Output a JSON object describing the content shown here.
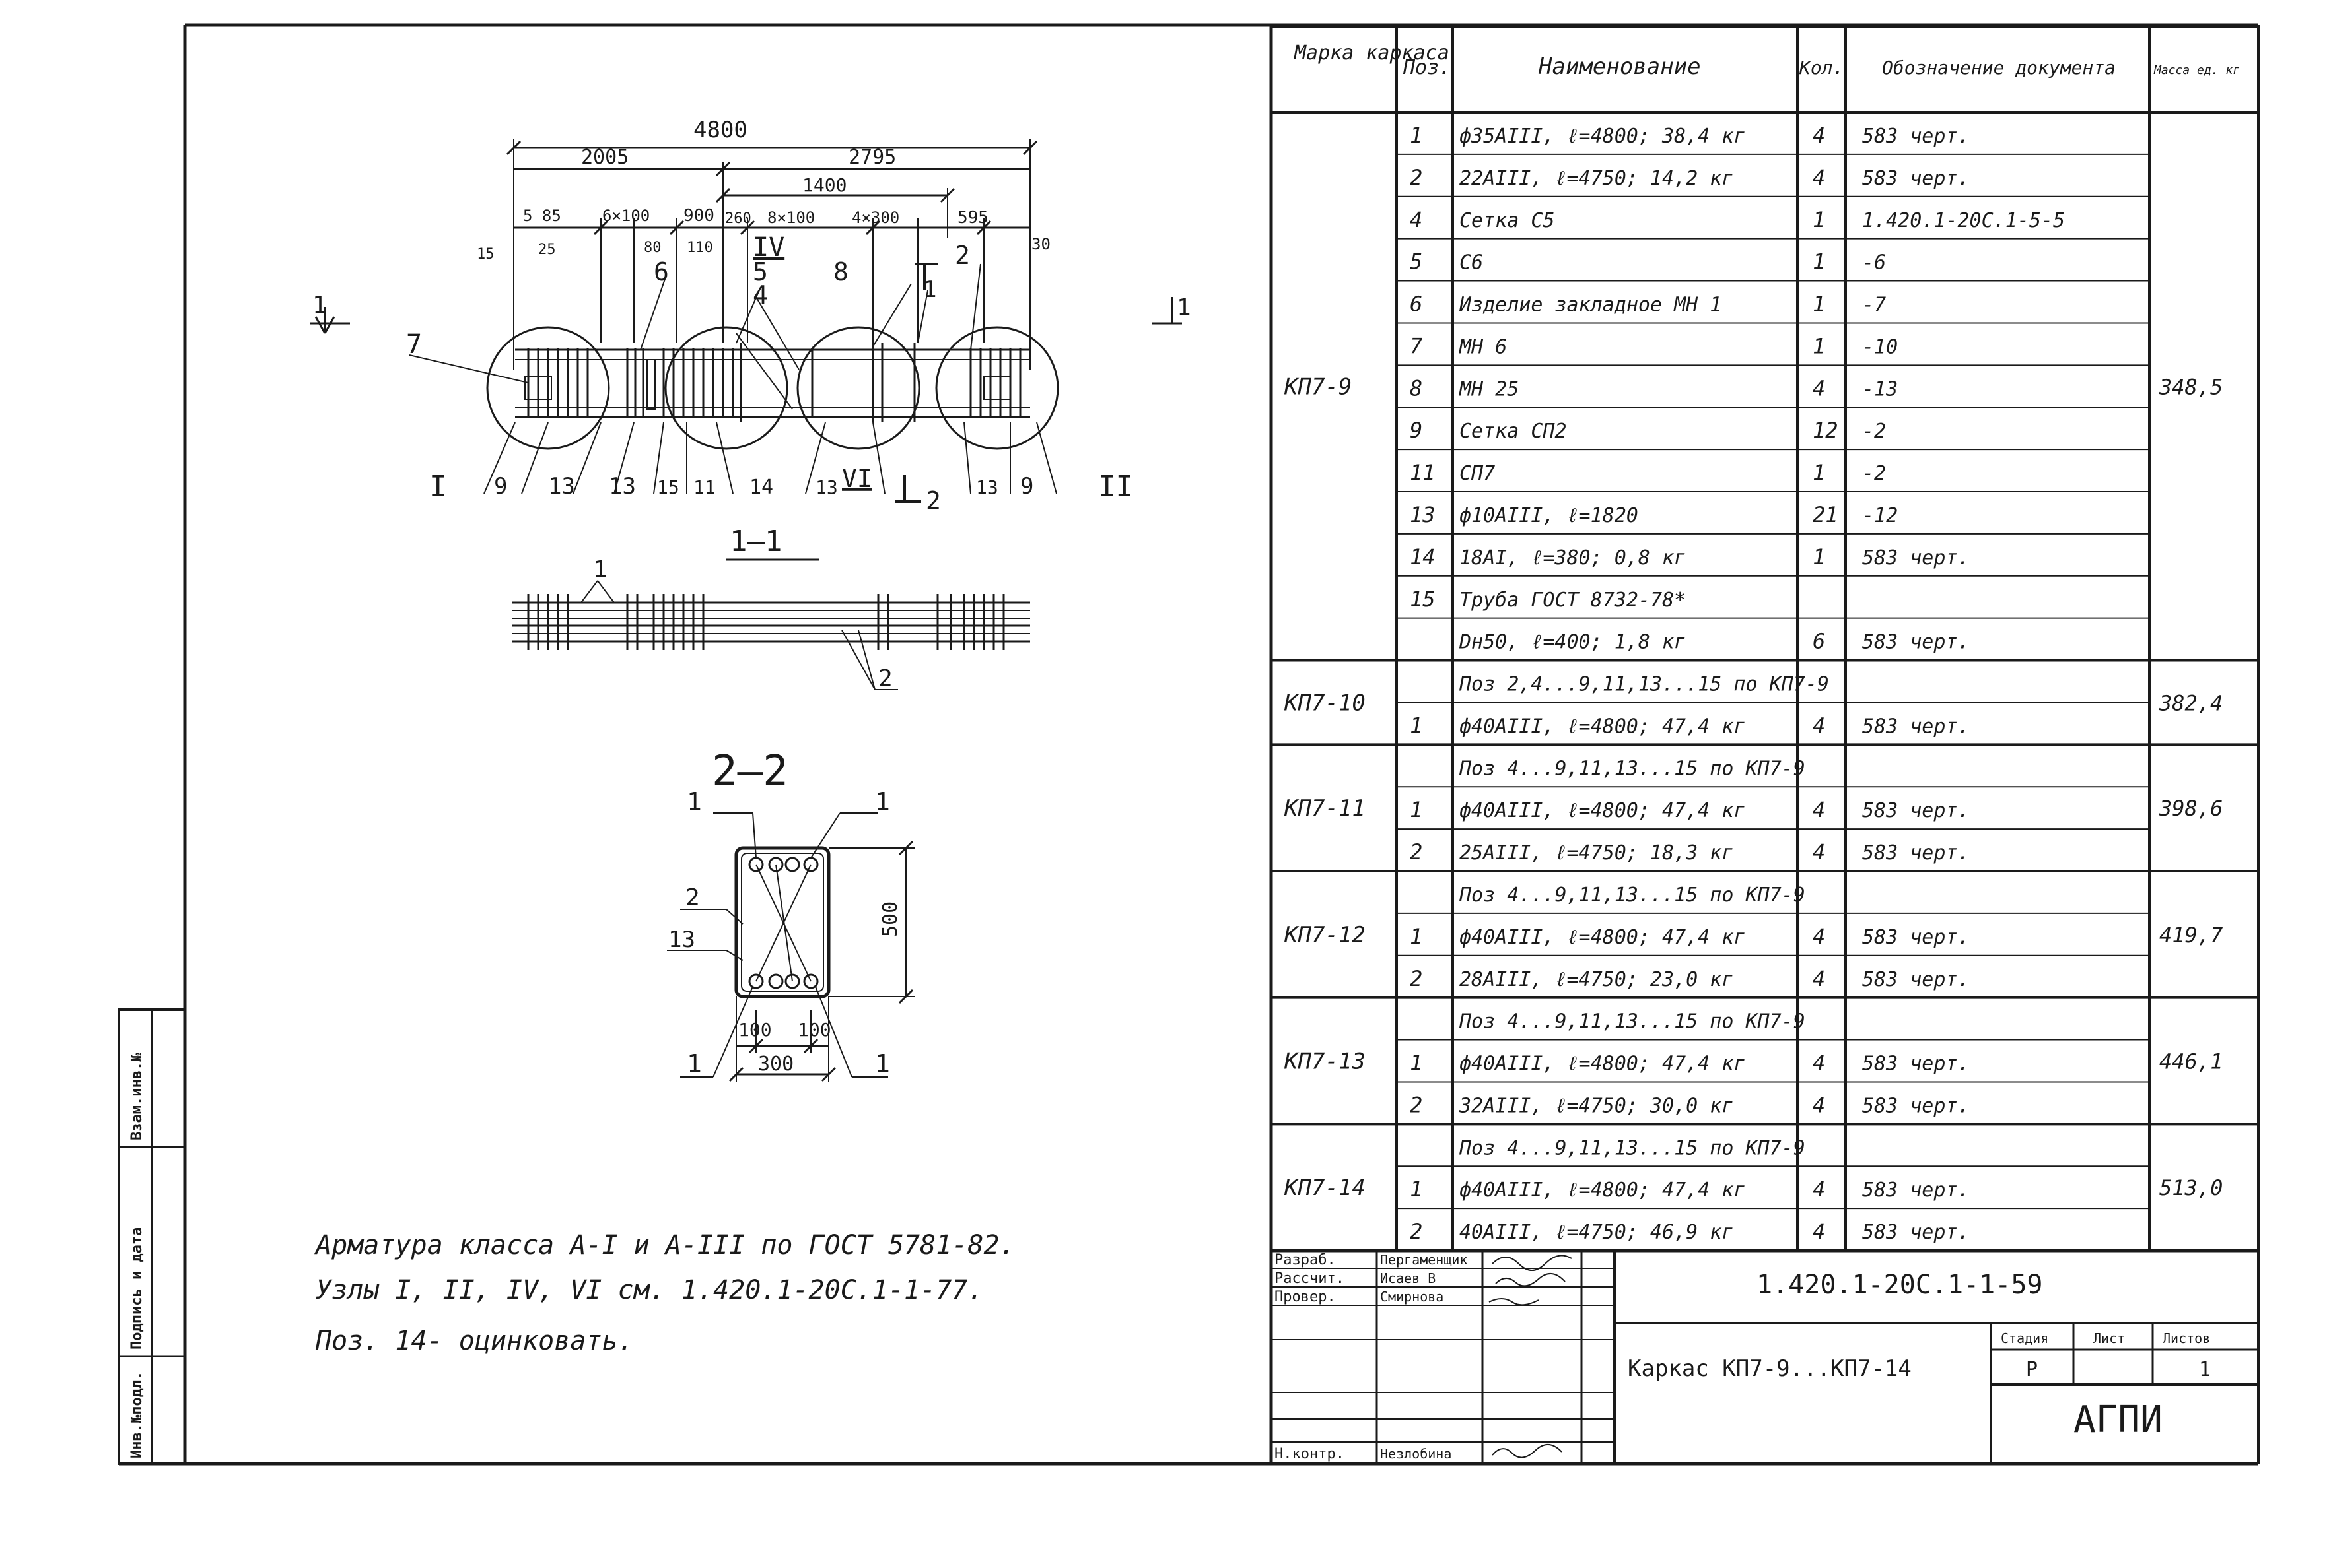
{
  "drawing": {
    "dims": {
      "total": "4800",
      "left": "2005",
      "right": "2795",
      "span1400": "1400",
      "d585": "5 85",
      "d6x100": "6×100",
      "d900": "900",
      "d260": "260",
      "d8x100": "8×100",
      "d4x300": "4×300",
      "d595": "595",
      "d15": "15",
      "d25": "25",
      "d80": "80",
      "d110": "110",
      "d30": "30",
      "d500": "500",
      "d100a": "100",
      "d100b": "100",
      "d300": "300"
    },
    "section_marks": {
      "s1_left": "1",
      "s1_right": "1",
      "s1_title": "1—1",
      "s2_title": "2—2",
      "s2_marker": "2"
    },
    "nodes": {
      "n1": "I",
      "n2": "II",
      "n4": "IV",
      "n6": "VI"
    },
    "position_labels": {
      "p7": "7",
      "p6": "6",
      "p5": "5",
      "p4": "4",
      "p8": "8",
      "p1": "1",
      "p2": "2",
      "p9a": "9",
      "p13a": "13",
      "p13b": "13",
      "p15": "15",
      "p11": "11",
      "p14": "14",
      "p13c": "13",
      "p13d": "13",
      "p9b": "9",
      "sec1_1": "1",
      "sec1_2": "2",
      "sec2_1a": "1",
      "sec2_1b": "1",
      "sec2_2": "2",
      "sec2_13": "13",
      "sec2_1c": "1",
      "sec2_1d": "1"
    }
  },
  "notes": [
    "Арматура класса А-I и А-III по ГОСТ 5781-82.",
    "Узлы I, II, IV, VI см. 1.420.1-20С.1-1-77.",
    "Поз. 14- оцинковать."
  ],
  "left_stamp": {
    "cells": [
      "Инв.№подл.",
      "Подпись и дата",
      "Взам.инв.№"
    ]
  },
  "spec_table": {
    "headers": {
      "marka": "Марка каркаса",
      "poz": "Поз.",
      "name": "Наименование",
      "qty": "Кол.",
      "doc": "Обозначение документа",
      "mass": "Масса ед. кг"
    },
    "groups": [
      {
        "marka": "КП7-9",
        "mass": "348,5",
        "rows": [
          {
            "poz": "1",
            "name": "ф35АIII, ℓ=4800; 38,4 кг",
            "qty": "4",
            "doc": "583 черт."
          },
          {
            "poz": "2",
            "name": "22АIII, ℓ=4750; 14,2 кг",
            "qty": "4",
            "doc": "583 черт."
          },
          {
            "poz": "4",
            "name": "Сетка С5",
            "qty": "1",
            "doc": "1.420.1-20С.1-5-5"
          },
          {
            "poz": "5",
            "name": "С6",
            "qty": "1",
            "doc": "-6"
          },
          {
            "poz": "6",
            "name": "Изделие закладное МН 1",
            "qty": "1",
            "doc": "-7"
          },
          {
            "poz": "7",
            "name": "МН 6",
            "qty": "1",
            "doc": "-10"
          },
          {
            "poz": "8",
            "name": "МН 25",
            "qty": "4",
            "doc": "-13"
          },
          {
            "poz": "9",
            "name": "Сетка СП2",
            "qty": "12",
            "doc": "-2"
          },
          {
            "poz": "11",
            "name": "СП7",
            "qty": "1",
            "doc": "-2"
          },
          {
            "poz": "13",
            "name": "ф10АIII, ℓ=1820",
            "qty": "21",
            "doc": "-12"
          },
          {
            "poz": "14",
            "name": "18АI, ℓ=380; 0,8 кг",
            "qty": "1",
            "doc": "583 черт."
          },
          {
            "poz": "15",
            "name": "Труба ГОСТ 8732-78*",
            "qty": "",
            "doc": ""
          },
          {
            "poz": "",
            "name": "Dн50, ℓ=400; 1,8 кг",
            "qty": "6",
            "doc": "583 черт."
          }
        ]
      },
      {
        "marka": "КП7-10",
        "mass": "382,4",
        "rows": [
          {
            "poz": "",
            "name": "Поз 2,4...9,11,13...15 по КП7-9",
            "qty": "",
            "doc": ""
          },
          {
            "poz": "1",
            "name": "ф40АIII, ℓ=4800; 47,4 кг",
            "qty": "4",
            "doc": "583 черт."
          }
        ]
      },
      {
        "marka": "КП7-11",
        "mass": "398,6",
        "rows": [
          {
            "poz": "",
            "name": "Поз 4...9,11,13...15 по КП7-9",
            "qty": "",
            "doc": ""
          },
          {
            "poz": "1",
            "name": "ф40АIII, ℓ=4800; 47,4 кг",
            "qty": "4",
            "doc": "583 черт."
          },
          {
            "poz": "2",
            "name": "25АIII, ℓ=4750; 18,3 кг",
            "qty": "4",
            "doc": "583 черт."
          }
        ]
      },
      {
        "marka": "КП7-12",
        "mass": "419,7",
        "rows": [
          {
            "poz": "",
            "name": "Поз 4...9,11,13...15 по КП7-9",
            "qty": "",
            "doc": ""
          },
          {
            "poz": "1",
            "name": "ф40АIII, ℓ=4800; 47,4 кг",
            "qty": "4",
            "doc": "583 черт."
          },
          {
            "poz": "2",
            "name": "28АIII, ℓ=4750; 23,0 кг",
            "qty": "4",
            "doc": "583 черт."
          }
        ]
      },
      {
        "marka": "КП7-13",
        "mass": "446,1",
        "rows": [
          {
            "poz": "",
            "name": "Поз 4...9,11,13...15 по КП7-9",
            "qty": "",
            "doc": ""
          },
          {
            "poz": "1",
            "name": "ф40АIII, ℓ=4800; 47,4 кг",
            "qty": "4",
            "doc": "583 черт."
          },
          {
            "poz": "2",
            "name": "32АIII, ℓ=4750; 30,0 кг",
            "qty": "4",
            "doc": "583 черт."
          }
        ]
      },
      {
        "marka": "КП7-14",
        "mass": "513,0",
        "rows": [
          {
            "poz": "",
            "name": "Поз 4...9,11,13...15 по КП7-9",
            "qty": "",
            "doc": ""
          },
          {
            "poz": "1",
            "name": "ф40АIII, ℓ=4800; 47,4 кг",
            "qty": "4",
            "doc": "583 черт."
          },
          {
            "poz": "2",
            "name": "40АIII, ℓ=4750; 46,9 кг",
            "qty": "4",
            "doc": "583 черт."
          }
        ]
      }
    ]
  },
  "title_block": {
    "code": "1.420.1-20С.1-1-59",
    "title": "Каркас КП7-9...КП7-14",
    "org": "АГПИ",
    "stage_label": "Стадия",
    "sheet_label": "Лист",
    "sheets_label": "Листов",
    "stage": "Р",
    "sheets": "1",
    "sign_rows": [
      {
        "role": "Разраб.",
        "name": "Пергаменщик"
      },
      {
        "role": "Рассчит.",
        "name": "Исаев В"
      },
      {
        "role": "Провер.",
        "name": "Смирнова"
      },
      {
        "role": "",
        "name": ""
      },
      {
        "role": "",
        "name": ""
      },
      {
        "role": "Н.контр.",
        "name": "Незлобина"
      }
    ]
  }
}
